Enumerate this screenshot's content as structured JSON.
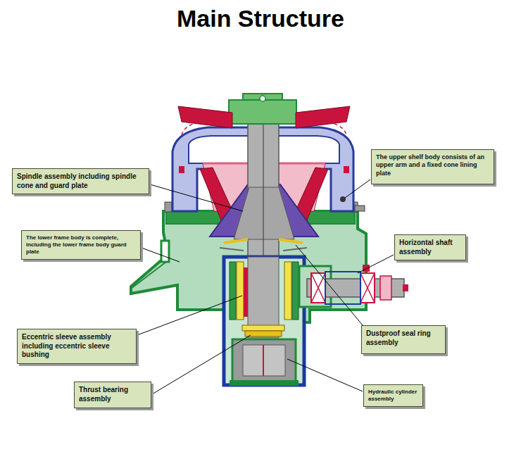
{
  "diagram": {
    "title": "Main Structure",
    "nodes": [
      {
        "text": [
          "The upper shelf body consists of an upper arm and a fixed cone lining plate"
        ]
      },
      {
        "text": [
          "Spindle assembly including spindle cone and guard plate"
        ]
      },
      {
        "text": [
          "The lower frame body is complete, including the lower frame body guard plate"
        ]
      },
      {
        "text": [
          "Horizontal shaft assembly"
        ]
      },
      {
        "text": [
          "Dustproof seal ring assembly"
        ]
      },
      {
        "text": [
          "Eccentric sleeve assembly including eccentric sleeve bushing"
        ]
      },
      {
        "text": [
          "Thrust bearing assembly"
        ]
      },
      {
        "text": [
          "Hydraulic cylinder assembly"
        ]
      }
    ]
  }
}
